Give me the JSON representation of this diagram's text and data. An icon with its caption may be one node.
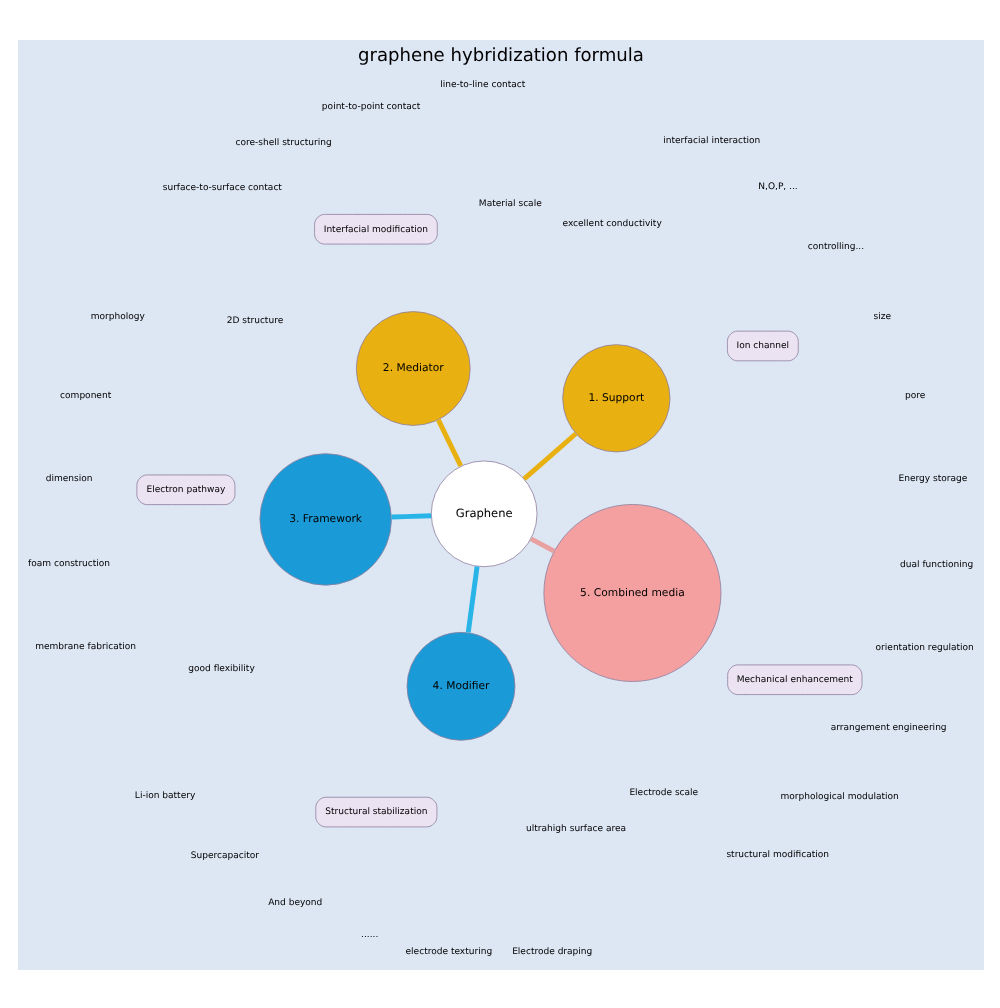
{
  "diagram": {
    "title": "graphene hybridization formula",
    "nodes": [
      {
        "text": [
          "Graphene"
        ]
      },
      {
        "text": [
          "1. Support"
        ]
      },
      {
        "text": [
          "2. Mediator"
        ]
      },
      {
        "text": [
          "3. Framework"
        ]
      },
      {
        "text": [
          "4. Modifier"
        ]
      },
      {
        "text": [
          "5. Combined media"
        ]
      },
      {
        "text": [
          "Electron pathway"
        ]
      },
      {
        "text": [
          "Ion channel"
        ]
      },
      {
        "text": [
          "Structural stabilization"
        ]
      },
      {
        "text": [
          "Interfacial modification"
        ]
      },
      {
        "text": [
          "Mechanical enhancement"
        ]
      }
    ],
    "edges": [
      {
        "from": 0,
        "to": 1,
        "arrow": "none",
        "color": "#e8b010"
      },
      {
        "from": 0,
        "to": 2,
        "arrow": "none",
        "color": "#e8b010"
      },
      {
        "from": 0,
        "to": 3,
        "arrow": "none",
        "color": "#29b4e8"
      },
      {
        "from": 0,
        "to": 4,
        "arrow": "none",
        "color": "#29b4e8"
      },
      {
        "from": 0,
        "to": 5,
        "arrow": "none",
        "color": "#e8a0a0"
      }
    ],
    "labels": [
      "excellent conductivity",
      "good flexibility",
      "ultrahigh surface area",
      "2D structure",
      "Material scale",
      "Electrode scale",
      "Energy storage",
      "morphology",
      "component",
      "pore",
      "dimension",
      "size",
      "controlling...",
      "N,O,P, ...",
      "interfacial interaction",
      "Li-ion battery",
      "Supercapacitor",
      "And beyond",
      "......",
      "foam construction",
      "membrane fabrication",
      "structural modification",
      "morphological modulation",
      "arrangement engineering",
      "orientation regulation",
      "dual functioning",
      "line-to-line contact",
      "point-to-point contact",
      "core-shell structuring",
      "surface-to-surface contact",
      "electrode texturing",
      "Electrode draping"
    ]
  }
}
